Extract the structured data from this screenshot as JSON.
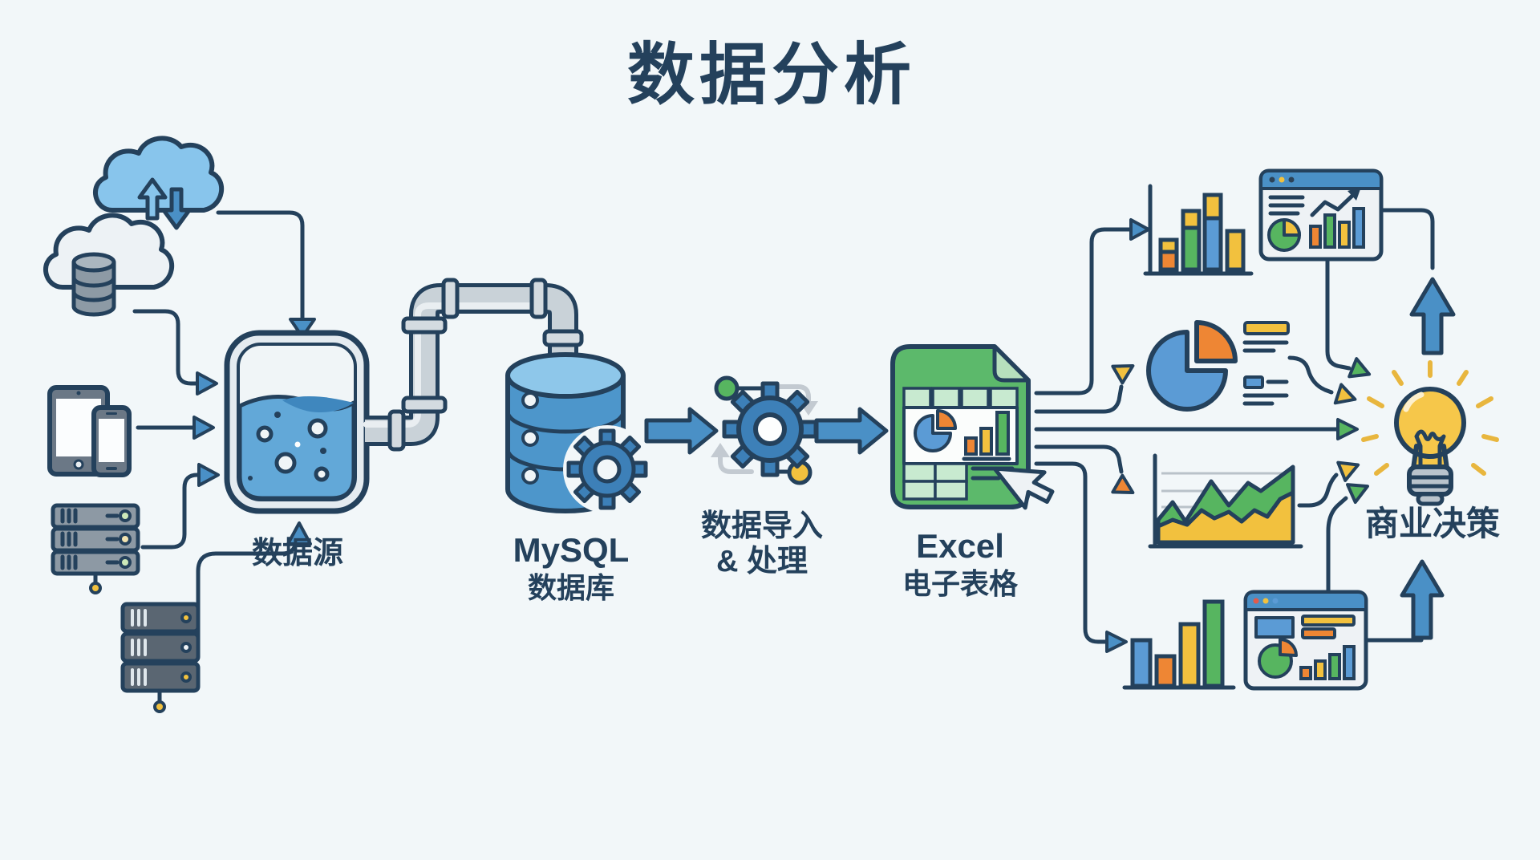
{
  "title": "数据分析",
  "labels": {
    "data_source": "数据源",
    "mysql_line1": "MySQL",
    "mysql_line2": "数据库",
    "process_line1": "数据导入",
    "process_line2": "& 处理",
    "excel_line1": "Excel",
    "excel_line2": "电子表格",
    "decision": "商业决策"
  },
  "icons": [
    "cloud-sync-icon",
    "cloud-database-icon",
    "mobile-devices-icon",
    "server-rack-icon",
    "server-rack-dark-icon",
    "data-tank-icon",
    "pipe-icon",
    "mysql-database-icon",
    "gear-icon",
    "process-gear-icon",
    "excel-spreadsheet-icon",
    "cursor-icon",
    "stacked-bar-chart-icon",
    "dashboard-chart-icon",
    "pie-chart-icon",
    "area-chart-icon",
    "bar-chart-icon",
    "dashboard-chart-2-icon",
    "lightbulb-icon",
    "up-arrow-icon",
    "flow-arrow-icon"
  ],
  "colors": {
    "background": "#f2f7f9",
    "outline": "#24415c",
    "flow_blue": "#4a90c6",
    "light_blue": "#85c3ea",
    "pie_blue": "#5b9bd5",
    "green": "#57b560",
    "yellow": "#f2c13e",
    "orange": "#ee8634",
    "excel_green": "#5cb96b",
    "pipe_gray": "#c9d2d8",
    "bulb_yellow": "#f6c74a",
    "gear_blue": "#3d80b8",
    "gray_arrow": "#c3cad1"
  }
}
